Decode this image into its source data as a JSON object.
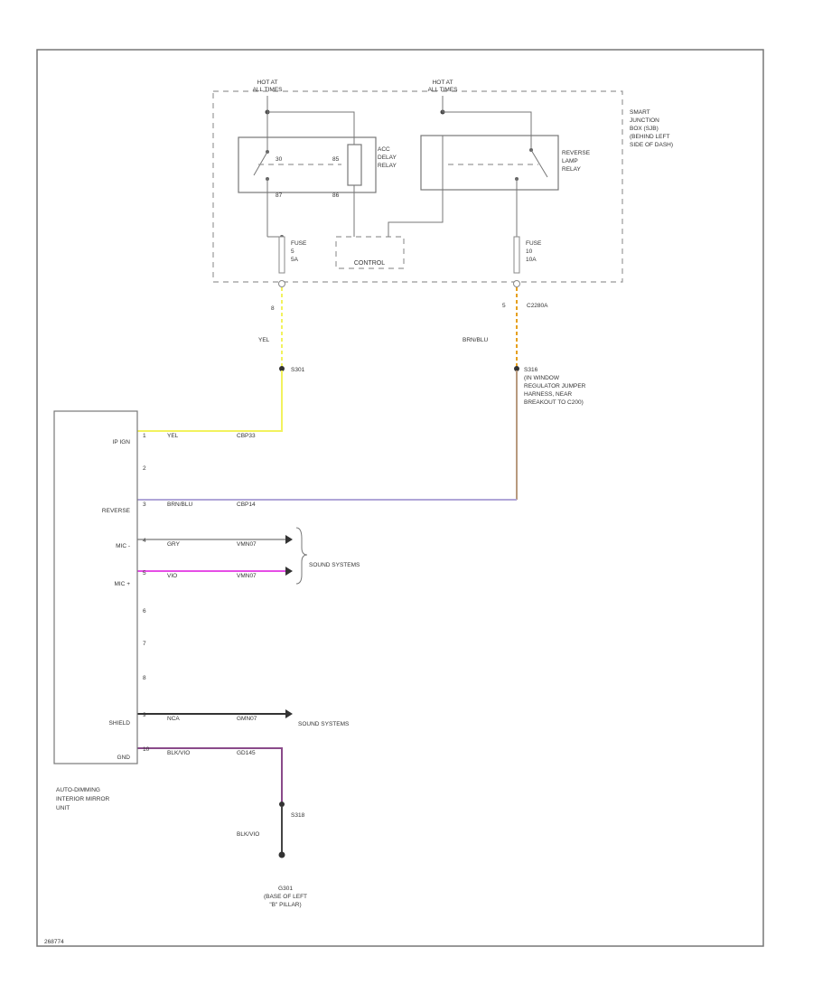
{
  "relays": {
    "acc_hot": [
      "HOT AT",
      "ALL TIMES"
    ],
    "rev_hot": [
      "HOT AT",
      "ALL TIMES"
    ],
    "acc_relay": [
      "ACC",
      "DELAY",
      "RELAY"
    ],
    "rev_relay": [
      "REVERSE",
      "LAMP",
      "RELAY"
    ],
    "acc_pins": [
      "30",
      "87",
      "85",
      "86"
    ],
    "control": "CONTROL",
    "sjb": [
      "SMART",
      "JUNCTION",
      "BOX (SJB)",
      "(BEHIND LEFT",
      "SIDE OF DASH)"
    ]
  },
  "fuses": {
    "left": [
      "FUSE",
      "5",
      "5A"
    ],
    "right": [
      "FUSE",
      "10",
      "10A"
    ],
    "left_pin": "8",
    "right_pin": "5",
    "right_connector": "C2280A"
  },
  "wires": {
    "ign_color_top": "YEL",
    "ign_splice": "S301",
    "ign_color": "YEL",
    "ign_circuit": "CBP33",
    "rev_color_top": "BRN/BLU",
    "rev_splice": "S316",
    "rev_splice_desc": [
      "(IN WINDOW",
      "REGULATOR JUMPER",
      "HARNESS, NEAR",
      "BREAKOUT TO C200)"
    ],
    "rev_color": "BRN/BLU",
    "rev_circuit": "CBP14",
    "mic1_color": "GRY",
    "mic1_circuit": "VMN07",
    "mic2_color": "VIO",
    "mic2_circuit": "VMN07",
    "shield_color": "NCA",
    "shield_circuit": "GMN07",
    "gnd_color": "BLK/VIO",
    "gnd_circuit": "GD145",
    "gnd_splice": "S318",
    "gnd_color_low": "BLK/VIO",
    "sound_systems_1": "SOUND SYSTEMS",
    "sound_systems_2": "SOUND SYSTEMS"
  },
  "ground": [
    "G301",
    "(BASE OF LEFT",
    "\"B\" PILLAR)"
  ],
  "mirror": {
    "pin_labels": [
      "IP IGN",
      "REVERSE",
      "MIC -",
      "MIC +",
      "SHIELD",
      "GND"
    ],
    "pins": [
      "1",
      "2",
      "3",
      "4",
      "5",
      "6",
      "7",
      "8",
      "9",
      "10"
    ],
    "unit_name": [
      "AUTO-DIMMING",
      "INTERIOR MIRROR",
      "UNIT"
    ]
  },
  "figure_code": "268774",
  "colors": {
    "yellow": "#f2f25e",
    "brown": "#b89a7e",
    "violet_gray": "#b0a6d8",
    "magenta": "#e64ee6",
    "black": "#333333",
    "orange": "#e6a01e",
    "gray": "#aaaaaa"
  }
}
